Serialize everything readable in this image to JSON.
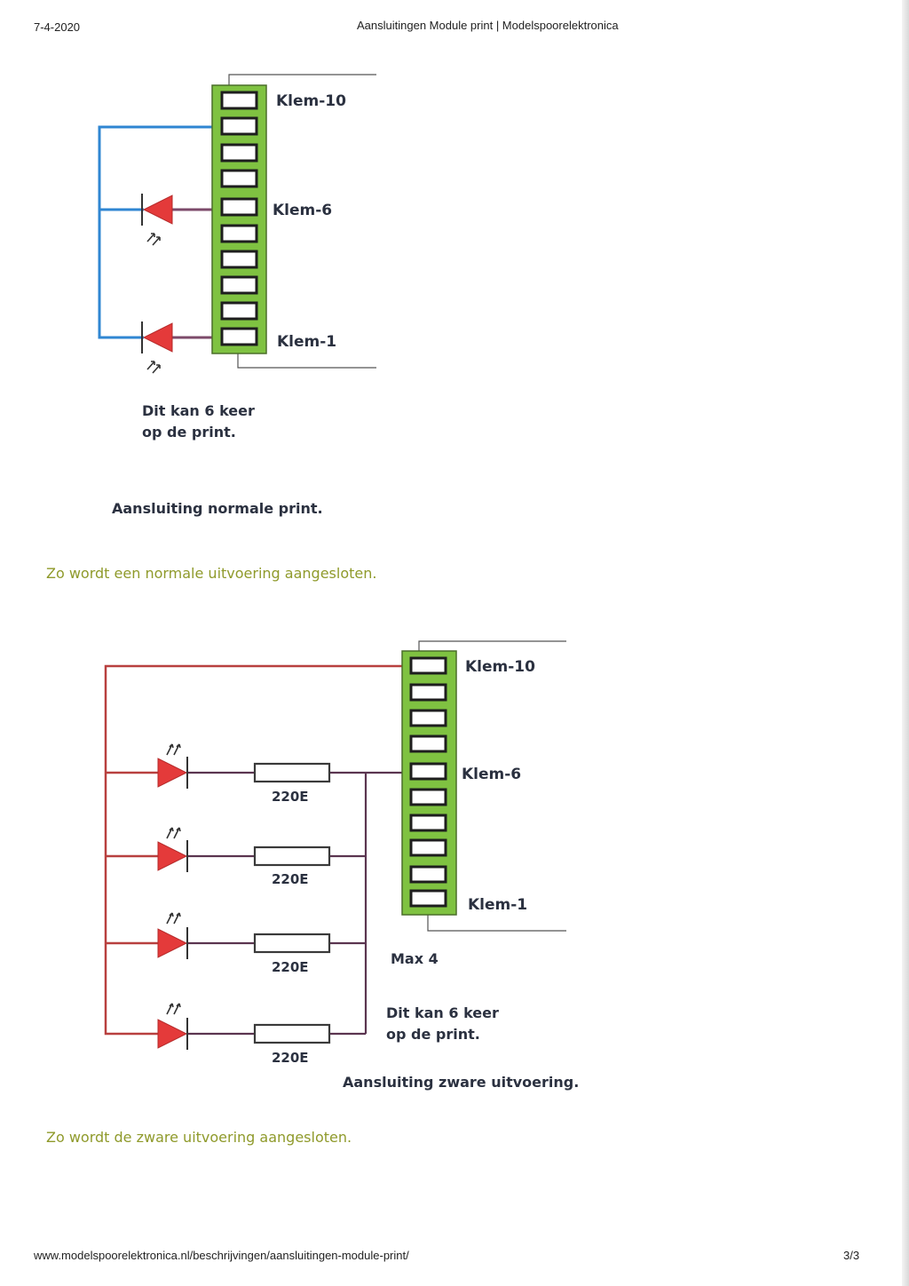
{
  "header": {
    "date": "7-4-2020",
    "title": "Aansluitingen Module print | Modelspoorelektronica"
  },
  "footer": {
    "url": "www.modelspoorelektronica.nl/beschrijvingen/aansluitingen-module-print/",
    "page": "3/3"
  },
  "diagram_normal": {
    "terminal_labels": {
      "top": "Klem-10",
      "middle": "Klem-6",
      "bottom": "Klem-1"
    },
    "note_line1": "Dit kan 6 keer",
    "note_line2": "op de print.",
    "title": "Aansluiting normale print.",
    "caption": "Zo wordt een normale uitvoering aangesloten."
  },
  "diagram_heavy": {
    "terminal_labels": {
      "top": "Klem-10",
      "middle": "Klem-6",
      "bottom": "Klem-1"
    },
    "resistor_labels": [
      "220E",
      "220E",
      "220E",
      "220E"
    ],
    "max_label": "Max 4",
    "note_line1": "Dit kan 6 keer",
    "note_line2": "op de print.",
    "title": "Aansluiting zware uitvoering.",
    "caption": "Zo wordt de zware uitvoering aangesloten."
  },
  "colors": {
    "board_green": "#7fc241",
    "led_red": "#e43a3a",
    "wire_blue": "#2f86d2",
    "wire_purple": "#7c4a6a",
    "wire_red": "#b8403f",
    "caption_olive": "#8f9a2b"
  },
  "icons": [
    "led-diode-icon",
    "resistor-icon",
    "terminal-block-icon"
  ]
}
